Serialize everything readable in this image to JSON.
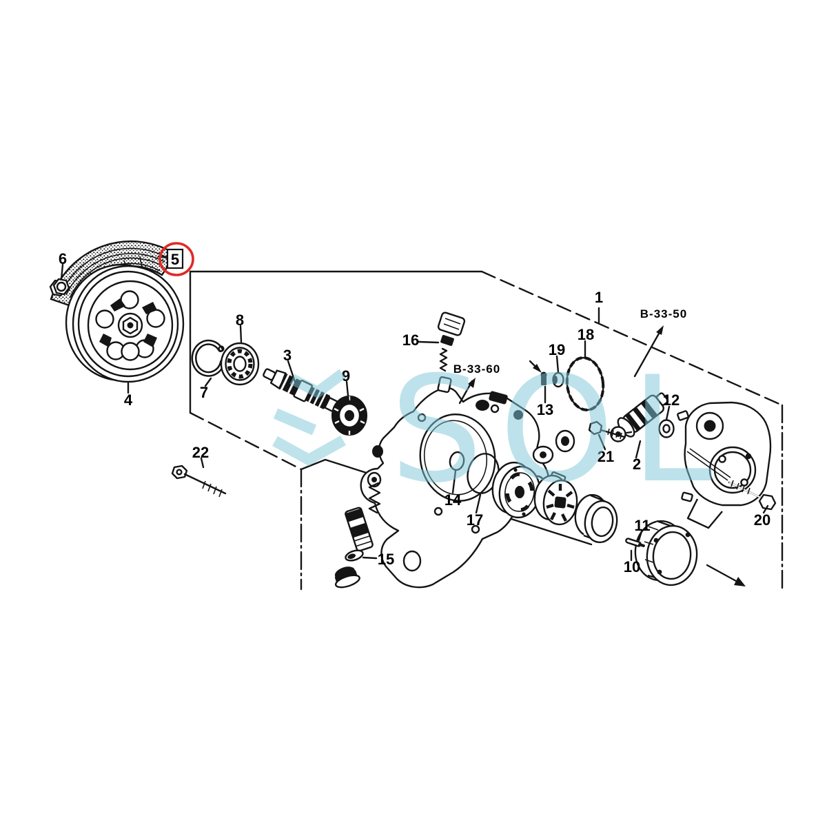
{
  "diagram": {
    "title": "power-steering-pump-exploded-view",
    "watermark": {
      "text": "SOL",
      "color": "#7ec7d8"
    },
    "references": {
      "b3350": "B-33-50",
      "b3360": "B-33-60"
    },
    "highlight": {
      "label": "5",
      "circle_color": "#e02a26"
    },
    "callouts": {
      "c1": "1",
      "c2": "2",
      "c3": "3",
      "c4": "4",
      "c5": "5",
      "c6": "6",
      "c7": "7",
      "c8": "8",
      "c9": "9",
      "c10": "10",
      "c11": "11",
      "c12": "12",
      "c13": "13",
      "c14": "14",
      "c15": "15",
      "c16": "16",
      "c17": "17",
      "c18": "18",
      "c19": "19",
      "c20": "20",
      "c21": "21",
      "c22": "22"
    },
    "colors": {
      "line": "#141414",
      "background": "#ffffff"
    }
  }
}
